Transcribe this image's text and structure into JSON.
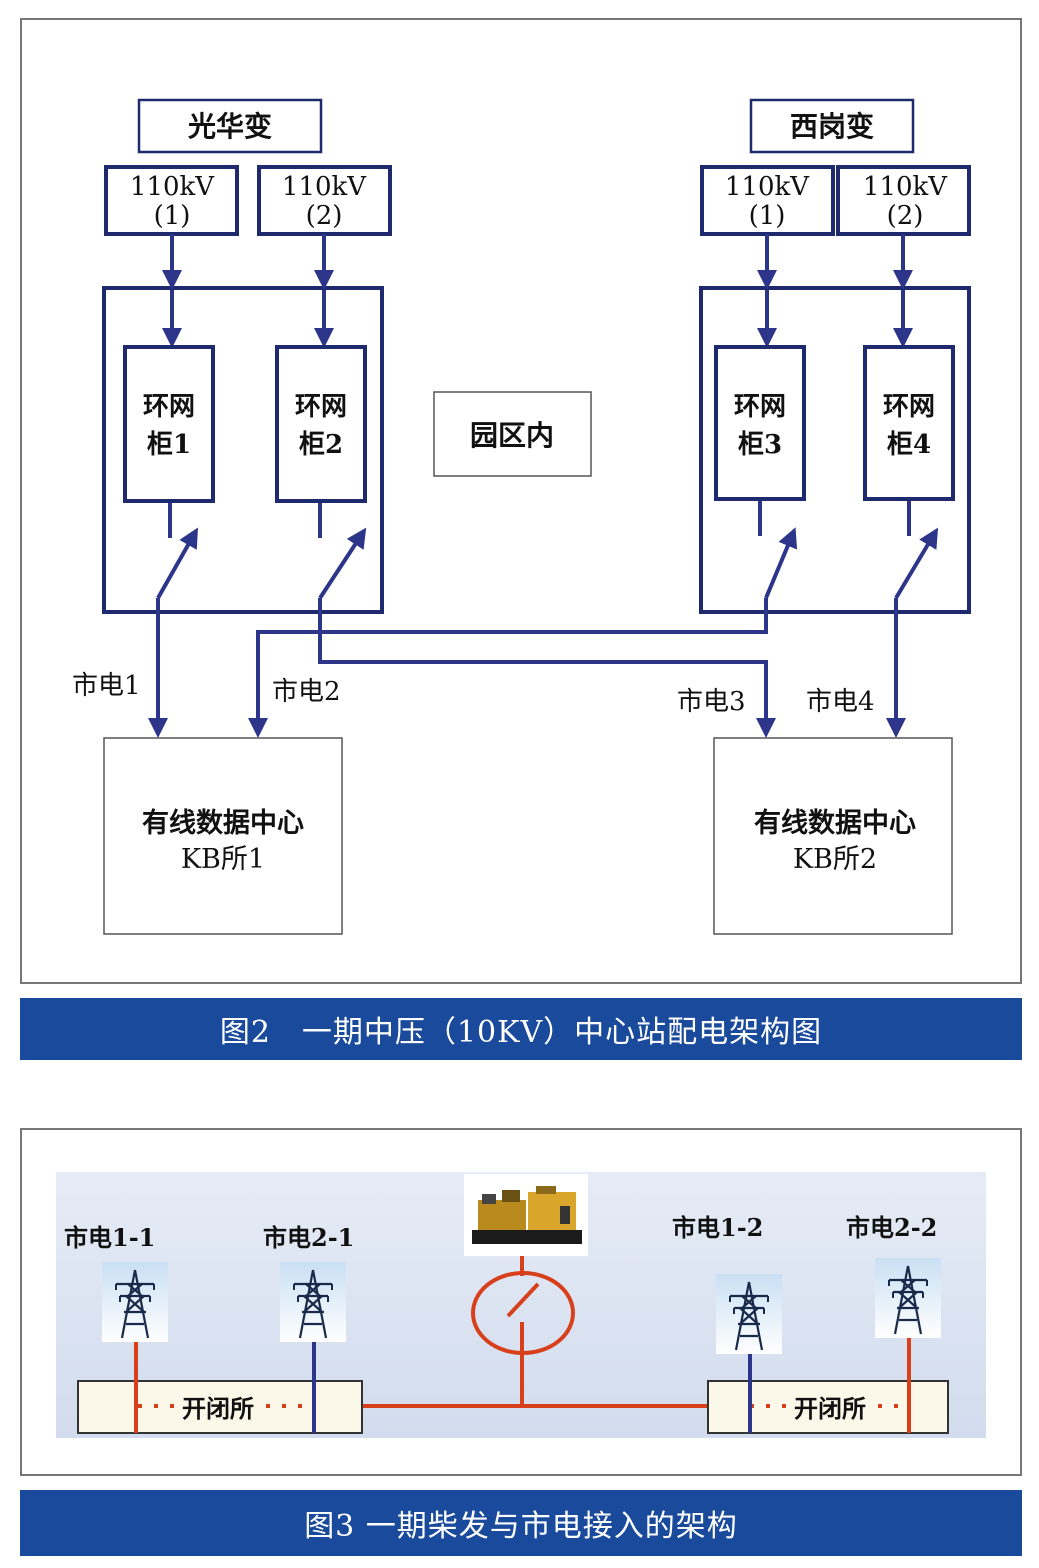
{
  "fig2": {
    "caption": "图2　一期中压（10KV）中心站配电架构图",
    "center_label": "园区内",
    "substations": [
      {
        "name": "光华变",
        "feeds": [
          {
            "line1": "110kV",
            "line2": "(1)"
          },
          {
            "line1": "110kV",
            "line2": "(2)"
          }
        ]
      },
      {
        "name": "西岗变",
        "feeds": [
          {
            "line1": "110kV",
            "line2": "(1)"
          },
          {
            "line1": "110kV",
            "line2": "(2)"
          }
        ]
      }
    ],
    "cabinets": [
      {
        "line1": "环网",
        "line2": "柜1"
      },
      {
        "line1": "环网",
        "line2": "柜2"
      },
      {
        "line1": "环网",
        "line2": "柜3"
      },
      {
        "line1": "环网",
        "line2": "柜4"
      }
    ],
    "mains": [
      "市电1",
      "市电2",
      "市电3",
      "市电4"
    ],
    "datacenters": [
      {
        "line1": "有线数据中心",
        "line2": "KB所1"
      },
      {
        "line1": "有线数据中心",
        "line2": "KB所2"
      }
    ]
  },
  "fig3": {
    "caption": "图3 一期柴发与市电接入的架构",
    "mains": [
      "市电1-1",
      "市电2-1",
      "市电1-2",
      "市电2-2"
    ],
    "switch_station": [
      "开闭所",
      "开闭所"
    ],
    "icons": [
      "transmission-tower-icon",
      "diesel-generator-icon"
    ],
    "colors": {
      "line_blue": "#2c358a",
      "line_red": "#d8401c",
      "caption_bg": "#1a4a9b"
    }
  }
}
